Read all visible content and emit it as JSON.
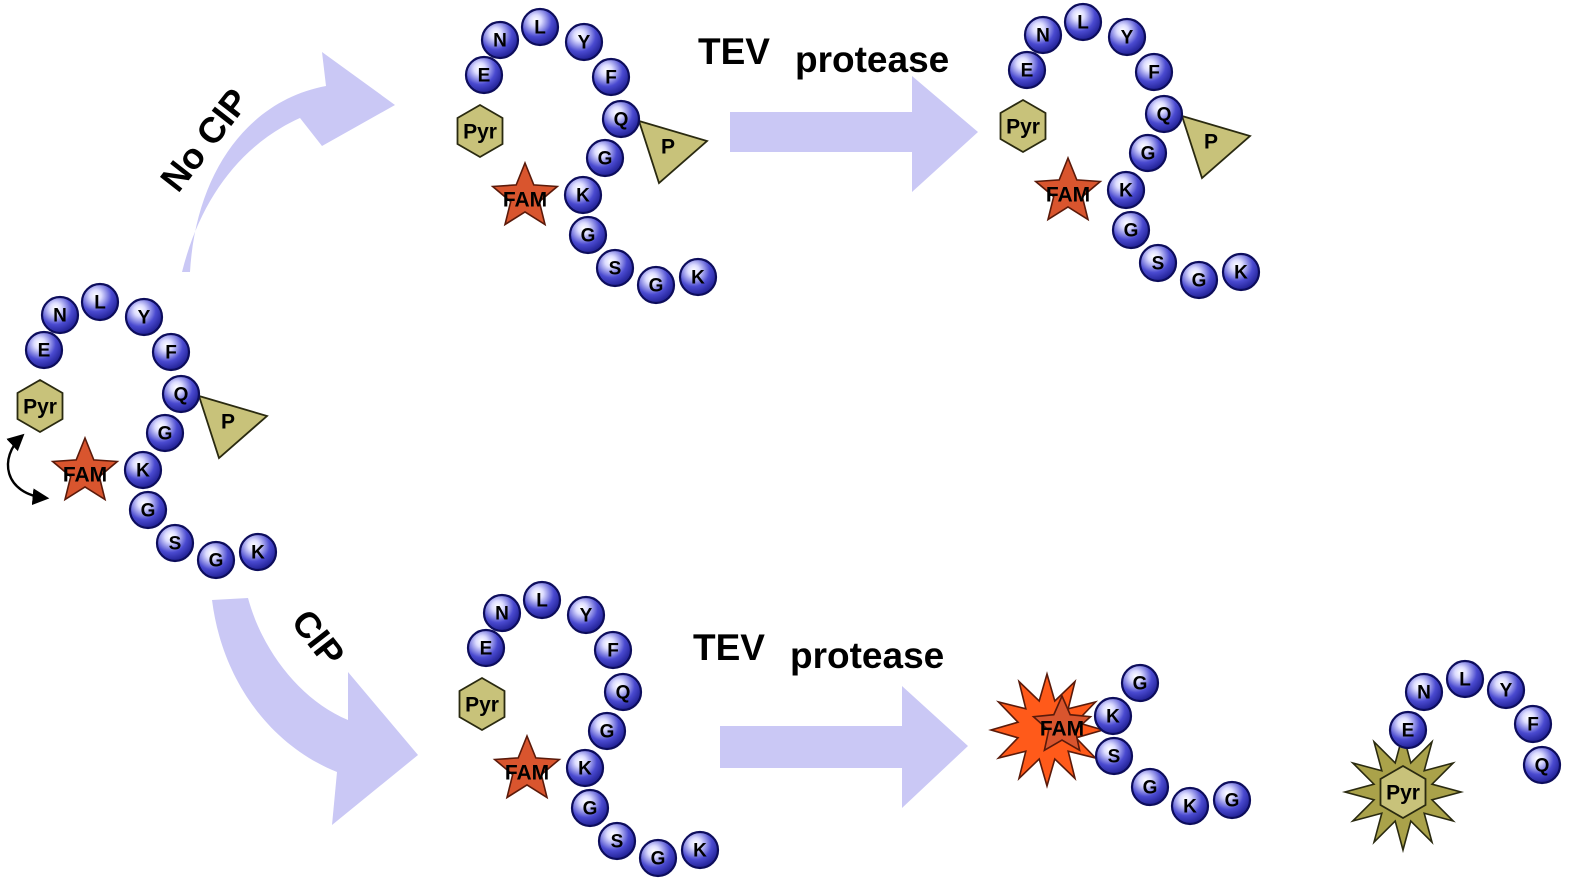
{
  "labels": {
    "no_cip": "No CIP",
    "cip": "CIP",
    "tev_word": "TEV",
    "protease_word": "protease"
  },
  "sequence": [
    "E",
    "N",
    "L",
    "Y",
    "F",
    "Q",
    "G",
    "K",
    "G",
    "S",
    "G",
    "K"
  ],
  "tags": {
    "pyrene": "Pyr",
    "fluorophore": "FAM",
    "phosphate": "P"
  },
  "cleaved_fragments": {
    "c_terminal": [
      "K",
      "G",
      "S",
      "G",
      "K",
      "G"
    ],
    "n_terminal": [
      "E",
      "N",
      "L",
      "Y",
      "F",
      "Q"
    ]
  },
  "colors": {
    "bead": "#2e2eb0",
    "bead_outline": "#0d0d5c",
    "pyrene": "#c8c27a",
    "fluorophore": "#d9552e",
    "fluorophore_burst": "#ff5a1a",
    "arrow": "#cac8f5"
  },
  "icons": {
    "interaction_arrow": "double-curved-arrow-icon",
    "reaction_arrow": "block-arrow-icon"
  }
}
